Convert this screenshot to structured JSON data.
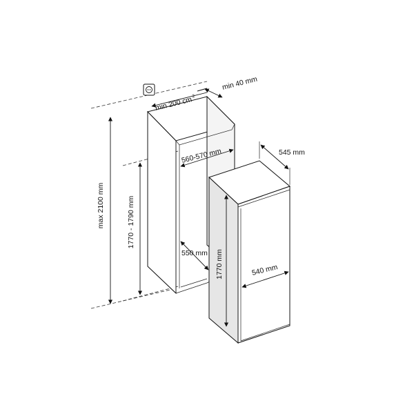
{
  "labels": {
    "max_height": "max 2100 mm",
    "niche_height": "1770 - 1790  mm",
    "niche_width": "560-570 mm",
    "niche_depth": "550 mm",
    "vent_area": "min 200 cm",
    "vent_area_sup": "2",
    "gap": "min 40 mm",
    "appliance_depth": "545 mm",
    "appliance_height": "1770 mm",
    "appliance_width": "540 mm"
  },
  "icons": {
    "socket": "power-socket-icon"
  }
}
